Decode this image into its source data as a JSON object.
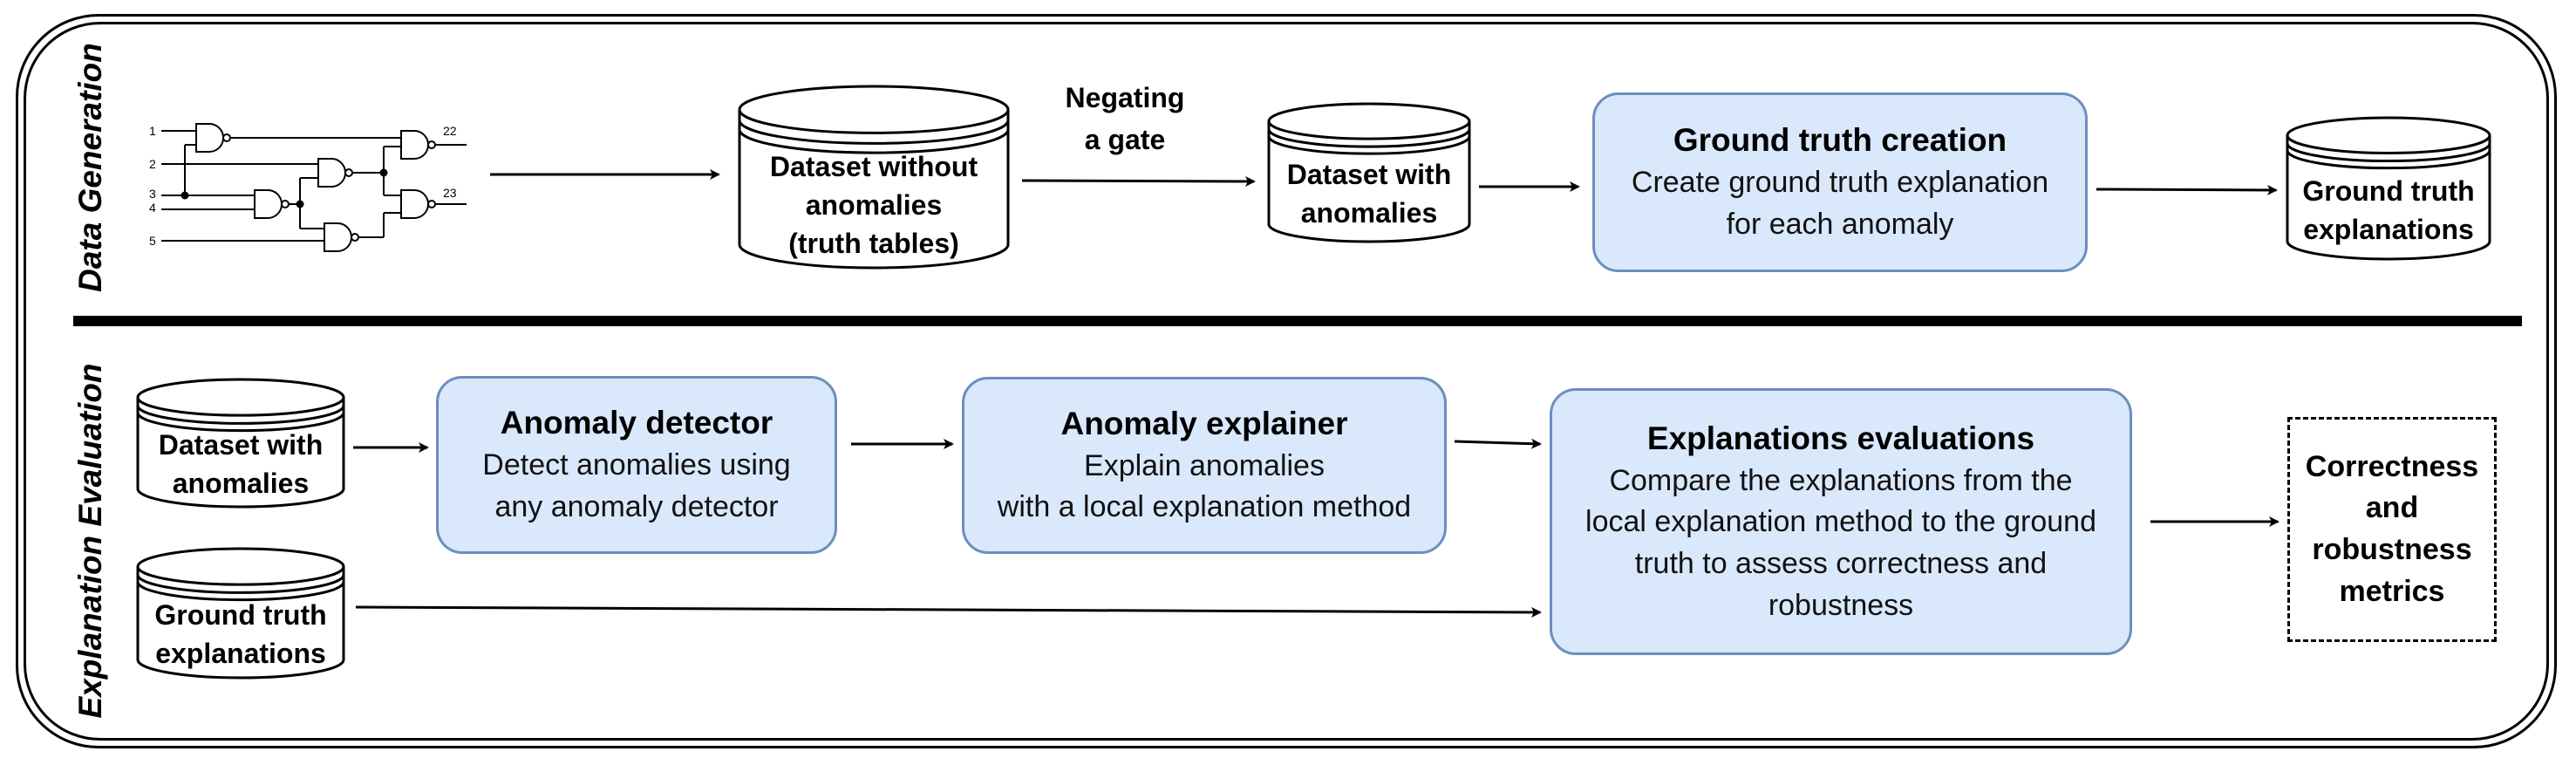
{
  "sections": {
    "data_generation": "Data Generation",
    "explanation_evaluation": "Explanation Evaluation"
  },
  "circuit": {
    "inputs": [
      "1",
      "2",
      "3",
      "4",
      "5"
    ],
    "outputs": [
      "22",
      "23"
    ],
    "icon": "logic-circuit-icon"
  },
  "generation": {
    "dataset_without_anomalies": [
      "Dataset without",
      "anomalies",
      "(truth tables)"
    ],
    "negating_gate": [
      "Negating",
      "a gate"
    ],
    "dataset_with_anomalies": [
      "Dataset with",
      "anomalies"
    ],
    "ground_truth_creation": {
      "title": "Ground truth creation",
      "body": [
        "Create ground truth explanation",
        "for each anomaly"
      ]
    },
    "ground_truth_explanations": [
      "Ground truth",
      "explanations"
    ]
  },
  "evaluation": {
    "dataset_with_anomalies": [
      "Dataset with",
      "anomalies"
    ],
    "ground_truth_explanations": [
      "Ground truth",
      "explanations"
    ],
    "anomaly_detector": {
      "title": "Anomaly detector",
      "body": [
        "Detect anomalies using",
        "any anomaly detector"
      ]
    },
    "anomaly_explainer": {
      "title": "Anomaly explainer",
      "body": [
        "Explain anomalies",
        "with a local explanation method"
      ]
    },
    "explanations_evaluations": {
      "title": "Explanations evaluations",
      "body": [
        "Compare the explanations from the",
        "local explanation method to the ground",
        "truth to assess correctness and",
        "robustness"
      ]
    },
    "metrics": [
      "Correctness",
      "and",
      "robustness",
      "metrics"
    ]
  },
  "colors": {
    "process_fill": "#dae8fc",
    "process_stroke": "#6c8ebf",
    "line": "#000000",
    "background": "#ffffff"
  }
}
